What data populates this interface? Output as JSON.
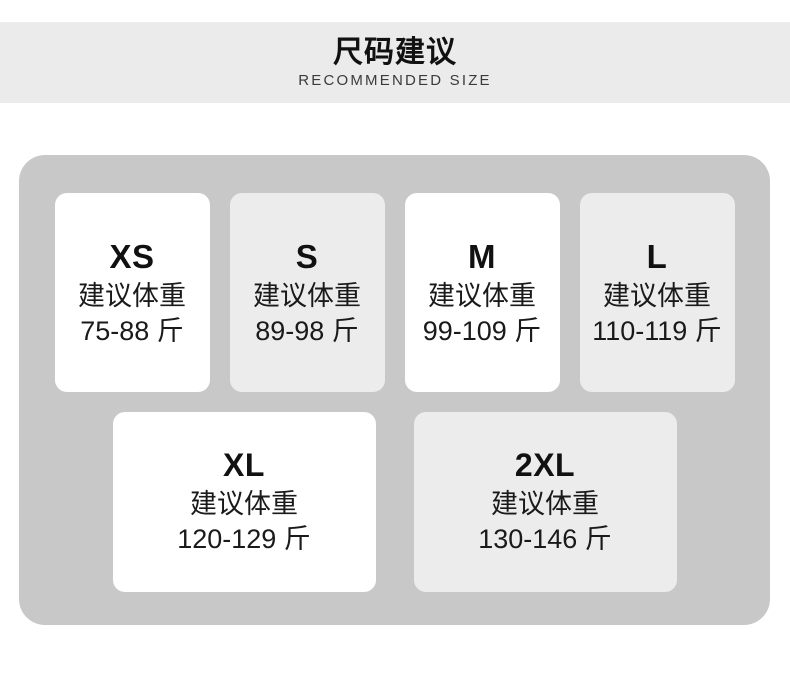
{
  "header": {
    "title": "尺码建议",
    "subtitle": "RECOMMENDED SIZE"
  },
  "colors": {
    "page_background": "#ffffff",
    "header_band": "#ebebeb",
    "panel": "#c8c8c8",
    "card_light": "#ffffff",
    "card_shade": "#ececec",
    "text": "#1a1a1a"
  },
  "labels": {
    "weight_hint": "建议体重",
    "unit": "斤"
  },
  "size_chart": {
    "row_top": [
      {
        "size": "XS",
        "hint": "建议体重",
        "range": "75-88 斤",
        "min": 75,
        "max": 88,
        "style": "light"
      },
      {
        "size": "S",
        "hint": "建议体重",
        "range": "89-98 斤",
        "min": 89,
        "max": 98,
        "style": "shade"
      },
      {
        "size": "M",
        "hint": "建议体重",
        "range": "99-109 斤",
        "min": 99,
        "max": 109,
        "style": "light"
      },
      {
        "size": "L",
        "hint": "建议体重",
        "range": "110-119 斤",
        "min": 110,
        "max": 119,
        "style": "shade"
      }
    ],
    "row_bottom": [
      {
        "size": "XL",
        "hint": "建议体重",
        "range": "120-129 斤",
        "min": 120,
        "max": 129,
        "style": "light"
      },
      {
        "size": "2XL",
        "hint": "建议体重",
        "range": "130-146 斤",
        "min": 130,
        "max": 146,
        "style": "shade"
      }
    ]
  }
}
